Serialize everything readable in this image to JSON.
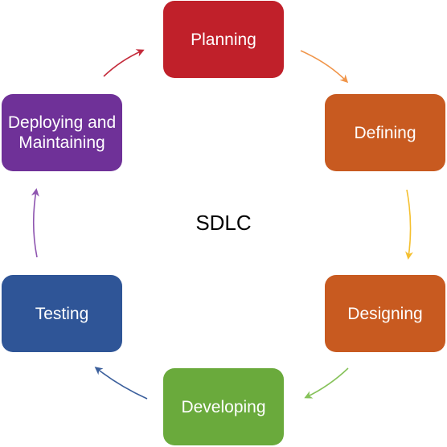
{
  "diagram": {
    "center_label": "SDLC",
    "stages": [
      {
        "label": "Planning",
        "color": "#c0202a"
      },
      {
        "label": "Defining",
        "color": "#c85a20"
      },
      {
        "label": "Designing",
        "color": "#c85a20"
      },
      {
        "label": "Developing",
        "color": "#6aaa3c"
      },
      {
        "label": "Testing",
        "color": "#2f5597"
      },
      {
        "label": "Deploying and Maintaining",
        "color": "#6f3198"
      }
    ],
    "arrow_colors": [
      "#f0954a",
      "#f5c030",
      "#86c25a",
      "#3b5f9c",
      "#8e55b0",
      "#c42a3a"
    ]
  }
}
